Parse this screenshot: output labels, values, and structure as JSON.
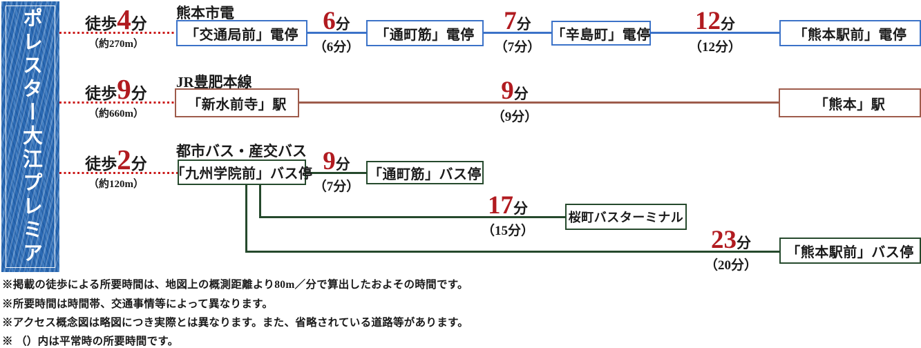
{
  "property": {
    "name": "ポレスター大江プレミア"
  },
  "colors": {
    "tram_blue": "#3b72c8",
    "jr_brown": "#9e5b4b",
    "bus_green": "#25492c",
    "highlight_red": "#b11b20",
    "walk_dotted_red": "#cb1a1a",
    "banner_blue": "#2b6ab4"
  },
  "routes": [
    {
      "line_label": "熊本市電",
      "walk": {
        "prefix": "徒歩",
        "num": "4",
        "unit": "分",
        "dist": "（約270m）"
      },
      "stops": [
        "「交通局前」電停",
        "「通町筋」電停",
        "「辛島町」電停",
        "「熊本駅前」電停"
      ],
      "segments": [
        {
          "num": "6",
          "unit": "分",
          "paren": "（6分）"
        },
        {
          "num": "7",
          "unit": "分",
          "paren": "（7分）"
        },
        {
          "num": "12",
          "unit": "分",
          "paren": "（12分）"
        }
      ]
    },
    {
      "line_label": "JR豊肥本線",
      "walk": {
        "prefix": "徒歩",
        "num": "9",
        "unit": "分",
        "dist": "（約660m）"
      },
      "stops": [
        "「新水前寺」駅",
        "「熊本」駅"
      ],
      "segments": [
        {
          "num": "9",
          "unit": "分",
          "paren": "（9分）"
        }
      ]
    },
    {
      "line_label": "都市バス・産交バス",
      "walk": {
        "prefix": "徒歩",
        "num": "2",
        "unit": "分",
        "dist": "（約120m）"
      },
      "stops": [
        "「九州学院前」バス停",
        "「通町筋」バス停",
        "桜町バスターミナル",
        "「熊本駅前」バス停"
      ],
      "segments": [
        {
          "num": "9",
          "unit": "分",
          "paren": "（7分）"
        },
        {
          "num": "17",
          "unit": "分",
          "paren": "（15分）"
        },
        {
          "num": "23",
          "unit": "分",
          "paren": "（20分）"
        }
      ]
    }
  ],
  "notes": [
    "※掲載の徒歩による所要時間は、地図上の概測距離より80m／分で算出したおよその時間です。",
    "※所要時間は時間帯、交通事情等によって異なります。",
    "※アクセス概念図は略図につき実際とは異なります。また、省略されている道路等があります。",
    "※ （）内は平常時の所要時間です。"
  ]
}
